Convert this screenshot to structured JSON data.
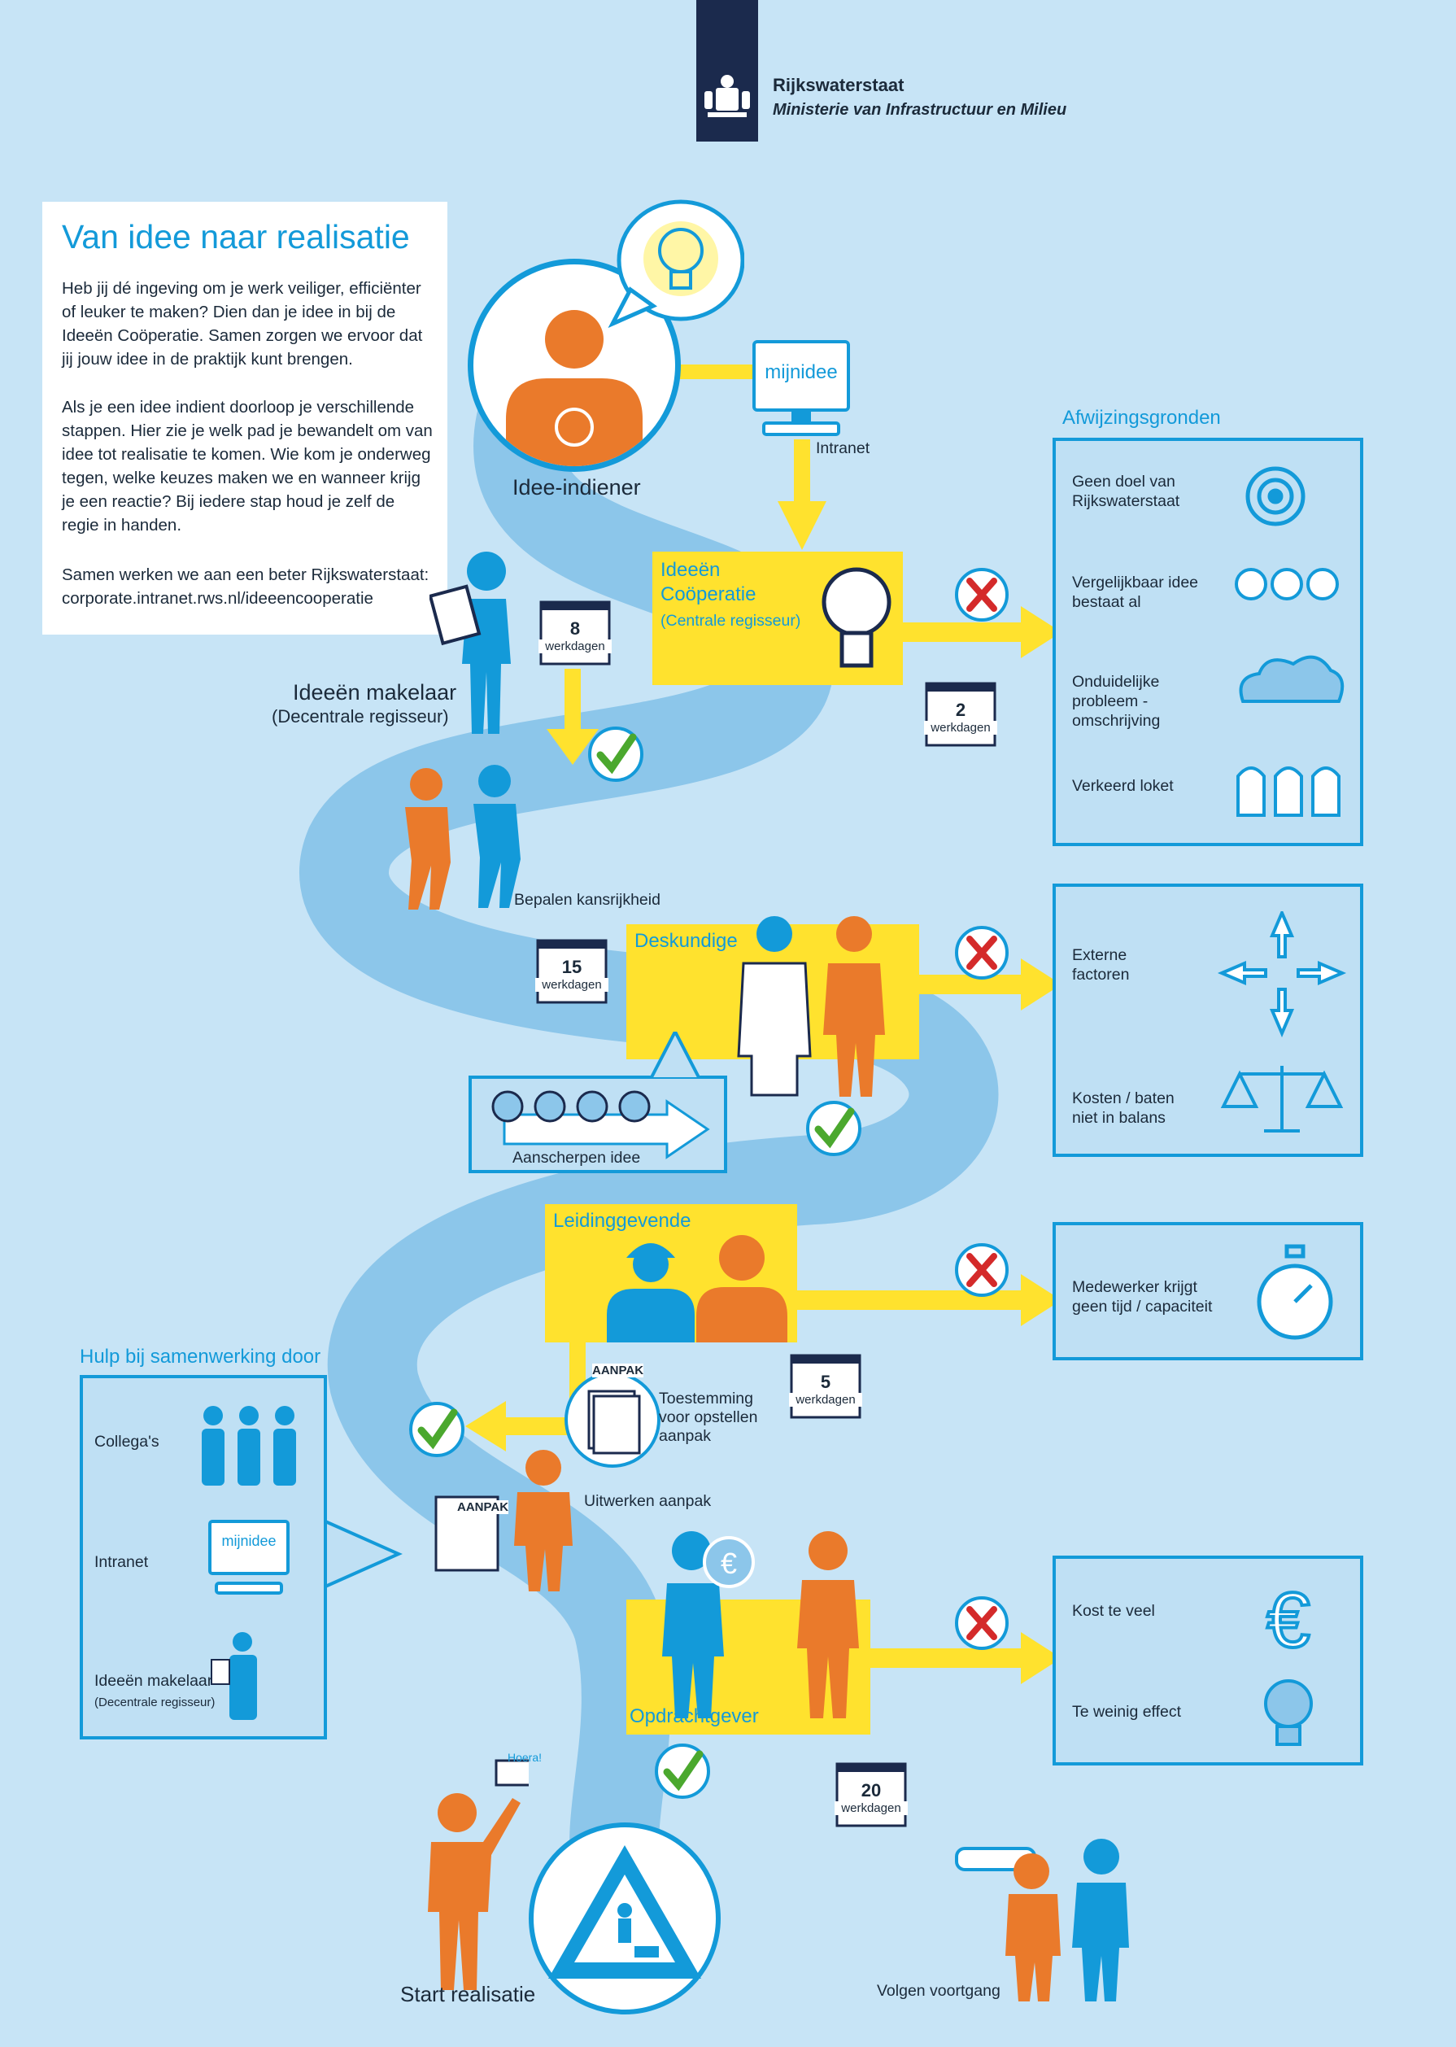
{
  "header": {
    "org_name": "Rijkswaterstaat",
    "ministry": "Ministerie van Infrastructuur en Milieu"
  },
  "intro": {
    "title": "Van idee naar realisatie",
    "p1": "Heb jij dé ingeving om je werk veiliger, efficiënter of leuker te maken? Dien dan je idee in bij de Ideeën Coöperatie. Samen zorgen we ervoor dat jij jouw idee in de praktijk kunt brengen.",
    "p2": "Als je een idee indient doorloop je verschillende stappen. Hier zie je welk pad je bewandelt om van idee tot realisatie te komen. Wie kom je onderweg tegen, welke keuzes maken we en wanneer krijg je een reactie? Bij iedere stap houd je zelf de regie in handen.",
    "p3": "Samen werken we aan een beter Rijkswaterstaat: corporate.intranet.rws.nl/ideeencooperatie"
  },
  "steps": {
    "idee_indiener": "Idee-indiener",
    "mijnidee": "mijnidee",
    "intranet": "Intranet",
    "ic_title": "Ideeën Coöperatie",
    "ic_sub": "(Centrale regisseur)",
    "makelaar": "Ideeën makelaar",
    "makelaar_sub": "(Decentrale regisseur)",
    "kansrijkheid": "Bepalen kansrijkheid",
    "deskundige": "Deskundige",
    "aanscherpen": "Aanscherpen idee",
    "leidinggevende": "Leidinggevende",
    "aanpak_tag": "AANPAK",
    "toestemming": "Toestemming voor opstellen aanpak",
    "uitwerken": "Uitwerken aanpak",
    "opdrachtgever": "Opdrachtgever",
    "hoera": "Hoera!",
    "start": "Start realisatie",
    "volgen": "Volgen voortgang"
  },
  "calendars": {
    "unit": "werkdagen",
    "c1": "8",
    "c2": "2",
    "c3": "15",
    "c4": "5",
    "c5": "20"
  },
  "afwijzing": {
    "title": "Afwijzingsgronden",
    "items": [
      "Geen doel van Rijkswaterstaat",
      "Vergelijkbaar idee bestaat al",
      "Onduidelijke probleem - omschrijving",
      "Verkeerd loket"
    ],
    "deskundige_items": [
      "Externe factoren",
      "Kosten / baten niet in balans"
    ],
    "leiding_items": [
      "Medewerker krijgt geen tijd / capaciteit"
    ],
    "opdracht_items": [
      "Kost te veel",
      "Te weinig effect"
    ]
  },
  "hulp": {
    "title": "Hulp bij samenwerking door",
    "items": [
      "Collega's",
      "Intranet"
    ],
    "mijnidee": "mijnidee",
    "makelaar": "Ideeën makelaar",
    "makelaar_sub": "(Decentrale regisseur)"
  },
  "colors": {
    "background": "#c7e4f6",
    "path": "#8cc6ea",
    "cyan": "#139ad9",
    "yellow": "#ffe22e",
    "orange": "#ea7a2b",
    "navy": "#1b2a4d",
    "green": "#4ba82e",
    "red": "#d42a2a"
  }
}
